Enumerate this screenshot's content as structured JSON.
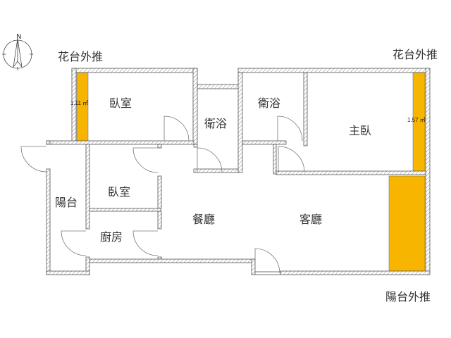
{
  "labels": {
    "planter_left": "花台外推",
    "planter_right": "花台外推",
    "balcony_out": "陽台外推",
    "bedroom1": "臥室",
    "bath1": "衛浴",
    "bath2": "衛浴",
    "master": "主臥",
    "bedroom2": "臥室",
    "balcony": "陽台",
    "kitchen": "廚房",
    "dining": "餐廳",
    "living": "客廳"
  },
  "areas": {
    "left_strip": "1.11 ㎡",
    "right_strip": "1.57 ㎡"
  },
  "compass": {
    "north": "N"
  },
  "colors": {
    "extension": "#F7B500",
    "wall": "#555555"
  }
}
